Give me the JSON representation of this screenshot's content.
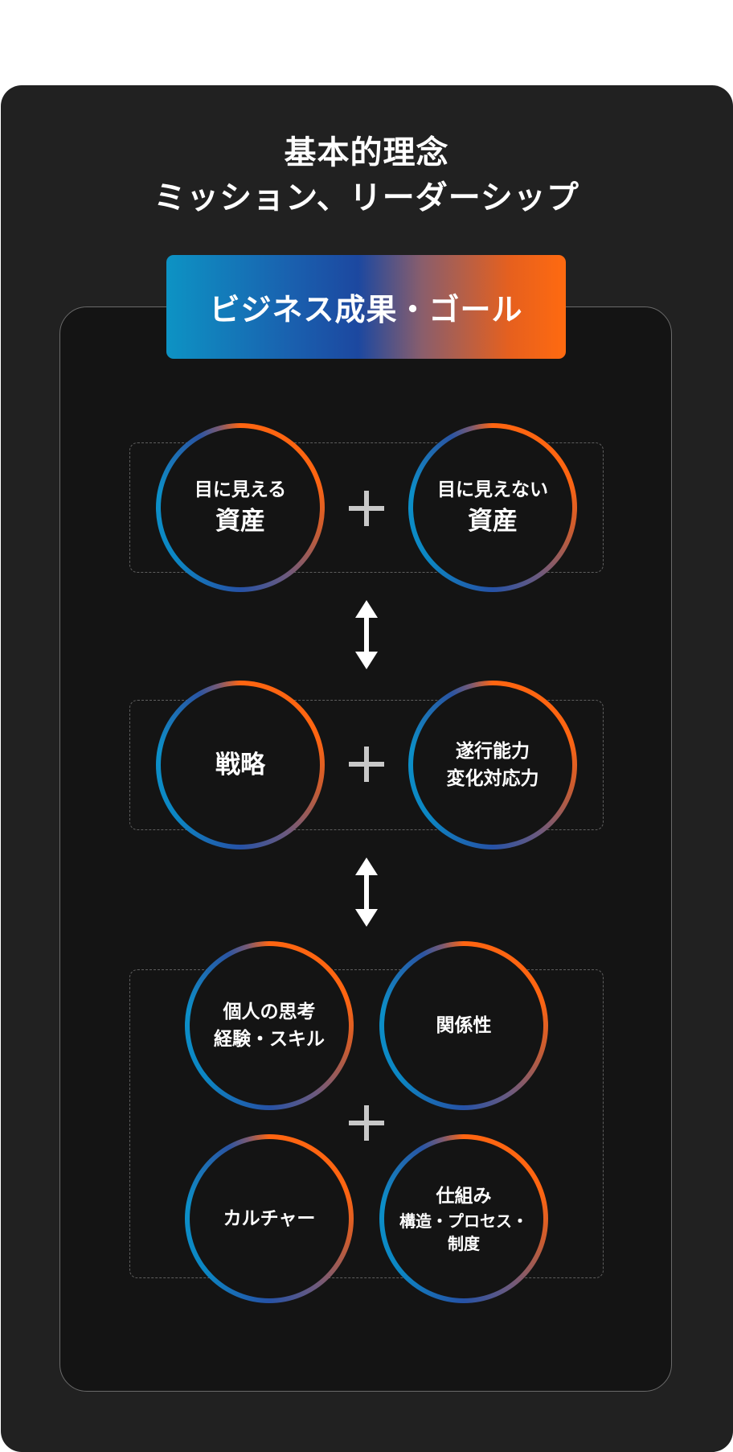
{
  "title": {
    "line1": "基本的理念",
    "line2": "ミッション、リーダーシップ"
  },
  "banner": {
    "label": "ビジネス成果・ゴール"
  },
  "row1": {
    "left": {
      "line1": "目に見える",
      "line2": "資産"
    },
    "right": {
      "line1": "目に見えない",
      "line2": "資産"
    }
  },
  "row2": {
    "left": {
      "line1": "戦略"
    },
    "right": {
      "line1": "遂行能力",
      "line2": "変化対応力"
    }
  },
  "row3": {
    "top_left": {
      "line1": "個人の思考",
      "line2": "経験・スキル"
    },
    "top_right": {
      "line1": "関係性"
    },
    "bottom_left": {
      "line1": "カルチャー"
    },
    "bottom_right": {
      "line1": "仕組み",
      "line2": "構造・プロセス・",
      "line3": "制度"
    }
  },
  "colors": {
    "card_bg": "#212121",
    "inner_bg": "#141414",
    "gradient_start": "#0d93c4",
    "gradient_mid": "#1c48a0",
    "gradient_end": "#ff6a10",
    "plus_color": "#c8c8c8"
  },
  "icons": {
    "plus": "plus-icon",
    "arrow": "double-arrow-vertical-icon"
  }
}
